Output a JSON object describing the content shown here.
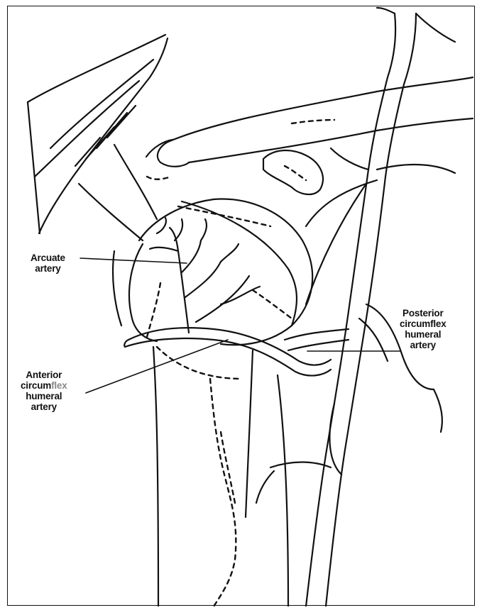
{
  "labels": {
    "arcuate": [
      "Arcuate",
      "artery"
    ],
    "posterior": [
      "Posterior",
      "circumflex",
      "humeral",
      "artery"
    ],
    "anterior": [
      "Anterior",
      "circum",
      "flex",
      "humeral",
      "artery"
    ]
  },
  "colors": {
    "ink": "#111111",
    "background": "#ffffff",
    "faded_text": "#888888"
  }
}
